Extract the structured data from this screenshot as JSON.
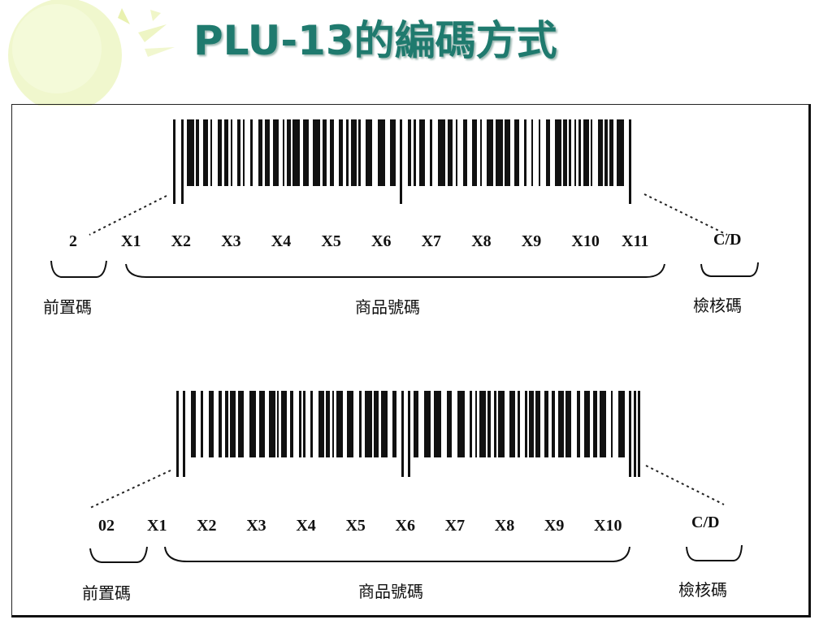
{
  "title": "PLU-13的編碼方式",
  "diagrams": [
    {
      "prefix": "2",
      "digits": [
        "X1",
        "X2",
        "X3",
        "X4",
        "X5",
        "X6",
        "X7",
        "X8",
        "X9",
        "X10",
        "X11"
      ],
      "check": "C/D",
      "prefix_caption": "前置碼",
      "item_caption": "商品號碼",
      "check_caption": "檢核碼"
    },
    {
      "prefix": "02",
      "digits": [
        "X1",
        "X2",
        "X3",
        "X4",
        "X5",
        "X6",
        "X7",
        "X8",
        "X9",
        "X10"
      ],
      "check": "C/D",
      "prefix_caption": "前置碼",
      "item_caption": "商品號碼",
      "check_caption": "檢核碼"
    }
  ]
}
